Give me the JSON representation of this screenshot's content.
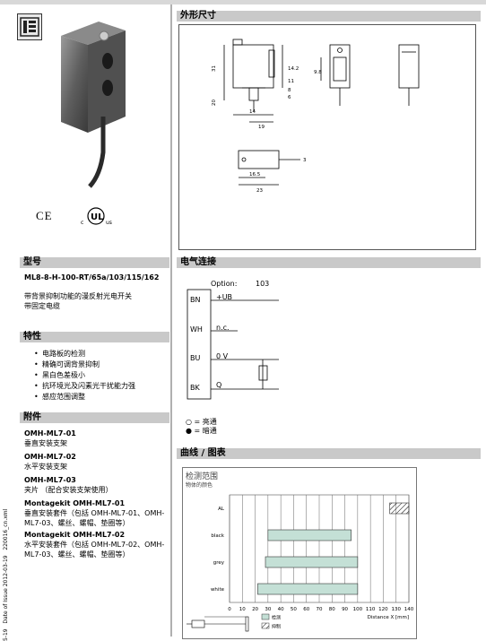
{
  "headers": {
    "dimensions": "外形尺寸",
    "model": "型号",
    "wiring": "电气连接",
    "features": "特性",
    "accessories": "附件",
    "curves": "曲线 / 图表"
  },
  "model": {
    "number": "ML8-8-H-100-RT/65a/103/115/162",
    "desc1": "带背景抑制功能的漫反射光电开关",
    "desc2": "带固定电缆"
  },
  "cert": {
    "ce": "CE",
    "ul": "c UL us"
  },
  "features": [
    "电路板的检测",
    "精确可调背景抑制",
    "黑白色差极小",
    "抗环境光及闪素光干扰能力强",
    "感应范围调整"
  ],
  "accessories": [
    {
      "name": "OMH-ML7-01",
      "desc": "垂直安装支架"
    },
    {
      "name": "OMH-ML7-02",
      "desc": "水平安装支架"
    },
    {
      "name": "OMH-ML7-03",
      "desc": "夹片 （配合安装支架使用）"
    },
    {
      "name": "Montagekit OMH-ML7-01",
      "desc": "垂直安装套件（包括 OMH-ML7-01、OMH-ML7-03、螺丝、螺帽、垫圈等）"
    },
    {
      "name": "Montagekit OMH-ML7-02",
      "desc": "水平安装套件（包括 OMH-ML7-02、OMH-ML7-03、螺丝、螺帽、垫圈等）"
    }
  ],
  "side_text": "Date of Issue 2012-03-19",
  "side_code": "220016_cn.xml",
  "side_num": "5-19",
  "wiring": {
    "option_label": "Option:",
    "option_value": "103",
    "pins": [
      {
        "code": "BN",
        "signal": "+UB"
      },
      {
        "code": "WH",
        "signal": "n.c."
      },
      {
        "code": "BU",
        "signal": "0 V"
      },
      {
        "code": "BK",
        "signal": "Q"
      }
    ],
    "legend_on": "= 亮通",
    "legend_off": "= 暗通"
  },
  "dims": {
    "d31": "31",
    "d19": "19",
    "d11": "11",
    "d8": "8",
    "d6": "6",
    "d20": "20",
    "d14": "14",
    "d14b": "14.2",
    "d98": "9.8",
    "d3": "3",
    "d165": "16.5",
    "d23": "23"
  },
  "chart_data": {
    "type": "bar",
    "title": "检测范围",
    "subtitle": "物体的颜色",
    "xlabel": "Distance X [mm]",
    "x_ticks": [
      0,
      10,
      20,
      30,
      40,
      50,
      60,
      70,
      80,
      90,
      100,
      110,
      120,
      130,
      140
    ],
    "xlim": [
      0,
      140
    ],
    "categories": [
      "AL",
      "black",
      "grey",
      "white"
    ],
    "series": [
      {
        "name": "检测",
        "ranges": [
          null,
          [
            30,
            95
          ],
          [
            28,
            100
          ],
          [
            22,
            100
          ]
        ]
      },
      {
        "name": "抑制",
        "ranges": [
          [
            125,
            140
          ],
          null,
          null,
          null
        ]
      }
    ],
    "colors": {
      "detect": "#c4e0d6",
      "suppress": "#ffffff"
    }
  }
}
